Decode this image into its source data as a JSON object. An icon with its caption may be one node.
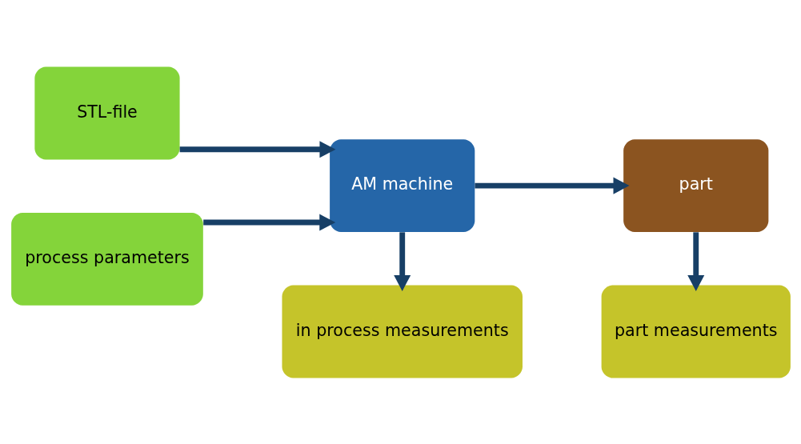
{
  "diagram": {
    "nodes": [
      {
        "text": [
          "STL-file"
        ]
      },
      {
        "text": [
          "process parameters"
        ]
      },
      {
        "text": [
          "AM machine"
        ]
      },
      {
        "text": [
          "in process measurements"
        ]
      },
      {
        "text": [
          "part"
        ]
      },
      {
        "text": [
          "part measurements"
        ]
      }
    ],
    "edges": [
      {
        "from": 0,
        "to": 2,
        "arrow": "to"
      },
      {
        "from": 1,
        "to": 2,
        "arrow": "to"
      },
      {
        "from": 2,
        "to": 4,
        "arrow": "to"
      },
      {
        "from": 2,
        "to": 3,
        "arrow": "to"
      },
      {
        "from": 4,
        "to": 5,
        "arrow": "to"
      }
    ]
  }
}
